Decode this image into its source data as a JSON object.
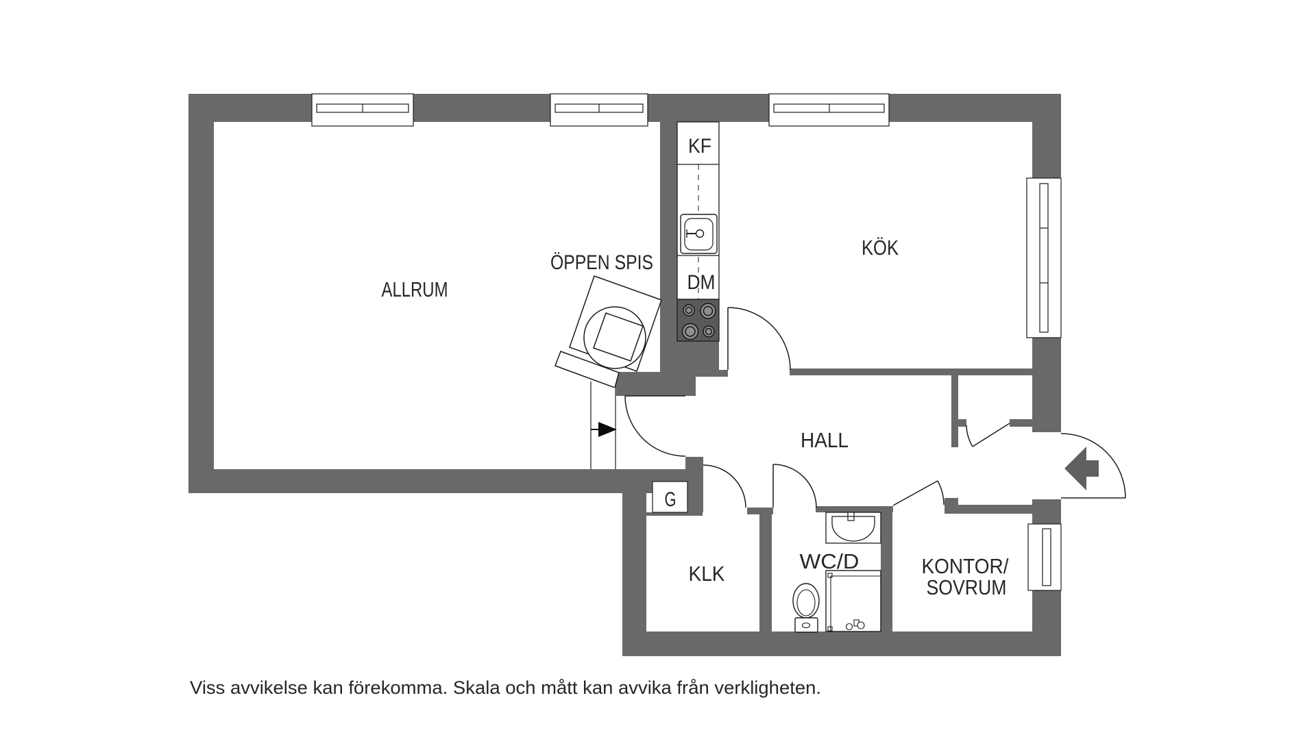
{
  "floor_plan": {
    "rooms": {
      "allrum": "ALLRUM",
      "kok": "KÖK",
      "hall": "HALL",
      "klk": "KLK",
      "wcd": "WC/D",
      "kontor_line1": "KONTOR/",
      "kontor_line2": "SOVRUM"
    },
    "features": {
      "oppen_spis": "ÖPPEN SPIS",
      "kf": "KF",
      "dm": "DM",
      "g": "G"
    },
    "disclaimer": "Viss avvikelse kan förekomma. Skala och mått kan avvika från verkligheten.",
    "colors": {
      "wall": "#696969",
      "line": "#1b1b1b",
      "stove": "#5a5a5a",
      "burner": "#8f8f8f",
      "background": "#ffffff",
      "text": "#262626",
      "entry_arrow": "#5f6060",
      "direction_arrow": "#0c0c0c"
    }
  }
}
